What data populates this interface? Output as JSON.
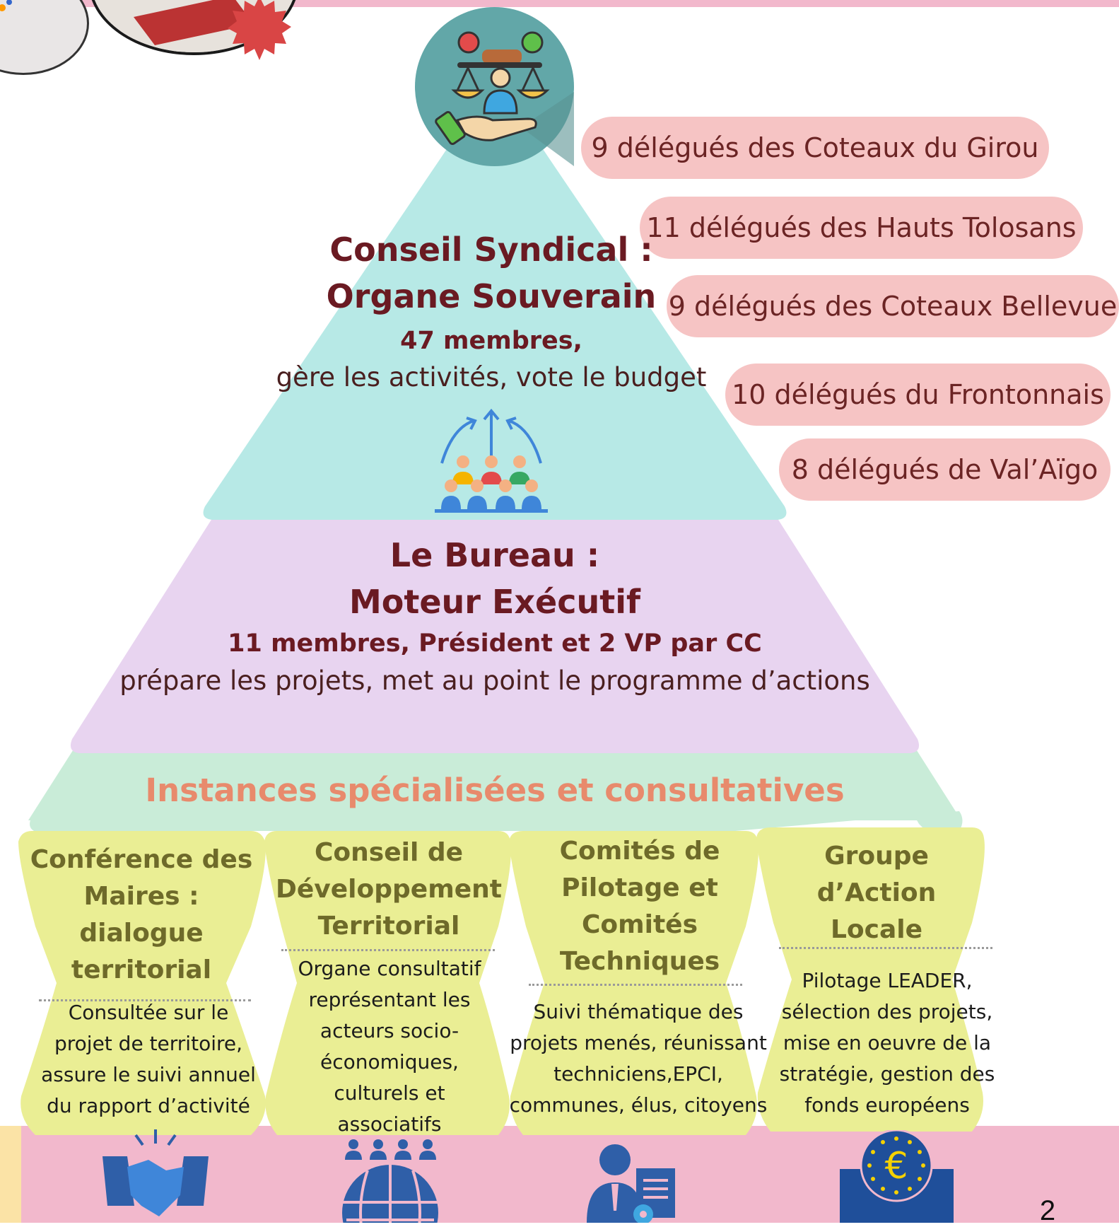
{
  "pyramid": {
    "top": {
      "title_line1": "Conseil Syndical :",
      "title_line2": "Organe Souverain",
      "members": "47 membres,",
      "description": "gère les activités, vote le budget"
    },
    "middle": {
      "title_line1": "Le Bureau :",
      "title_line2": "Moteur Exécutif",
      "members": "11 membres, Président et 2 VP par CC",
      "description": "prépare les projets, met au point le programme d’actions"
    },
    "base": {
      "title": "Instances spécialisées et consultatives"
    }
  },
  "delegates": [
    "9 délégués des Coteaux du Girou",
    "11 délégués des Hauts Tolosans",
    "9 délégués des Coteaux Bellevue",
    "10 délégués du Frontonnais",
    "8 délégués de Val’Aïgo"
  ],
  "columns": [
    {
      "title": [
        "Conférence des",
        "Maires :",
        "dialogue",
        "territorial"
      ],
      "body": [
        "Consultée sur le",
        "projet de territoire,",
        "assure le suivi annuel",
        "du rapport d’activité"
      ],
      "icon": "handshake-icon"
    },
    {
      "title": [
        "Conseil de",
        "Développement",
        "Territorial"
      ],
      "body": [
        "Organe consultatif",
        "représentant les",
        "acteurs socio-",
        "économiques,",
        "culturels et",
        "associatifs"
      ],
      "icon": "globe-people-icon"
    },
    {
      "title": [
        "Comités de",
        "Pilotage et",
        "Comités",
        "Techniques"
      ],
      "body": [
        "Suivi thématique des",
        "projets menés, réunissant",
        "techniciens,EPCI,",
        "communes, élus, citoyens"
      ],
      "icon": "manager-document-icon"
    },
    {
      "title": [
        "Groupe",
        "d’Action",
        "Locale"
      ],
      "body": [
        "Pilotage LEADER,",
        "sélection des projets,",
        "mise en oeuvre de la",
        "stratégie, gestion des",
        "fonds européens"
      ],
      "icon": "euro-eu-flag-icon"
    }
  ],
  "page_number": "2",
  "colors": {
    "pyramid_top": "#b7e9e6",
    "pyramid_middle": "#e8d4f0",
    "pyramid_base": "#c9ecd8",
    "column_bg": "#eaee94",
    "pill_bg": "#f6c4c4",
    "band_pink": "#f2b8cc",
    "title_dark": "#6a1a22",
    "base_title": "#e88a6c"
  }
}
